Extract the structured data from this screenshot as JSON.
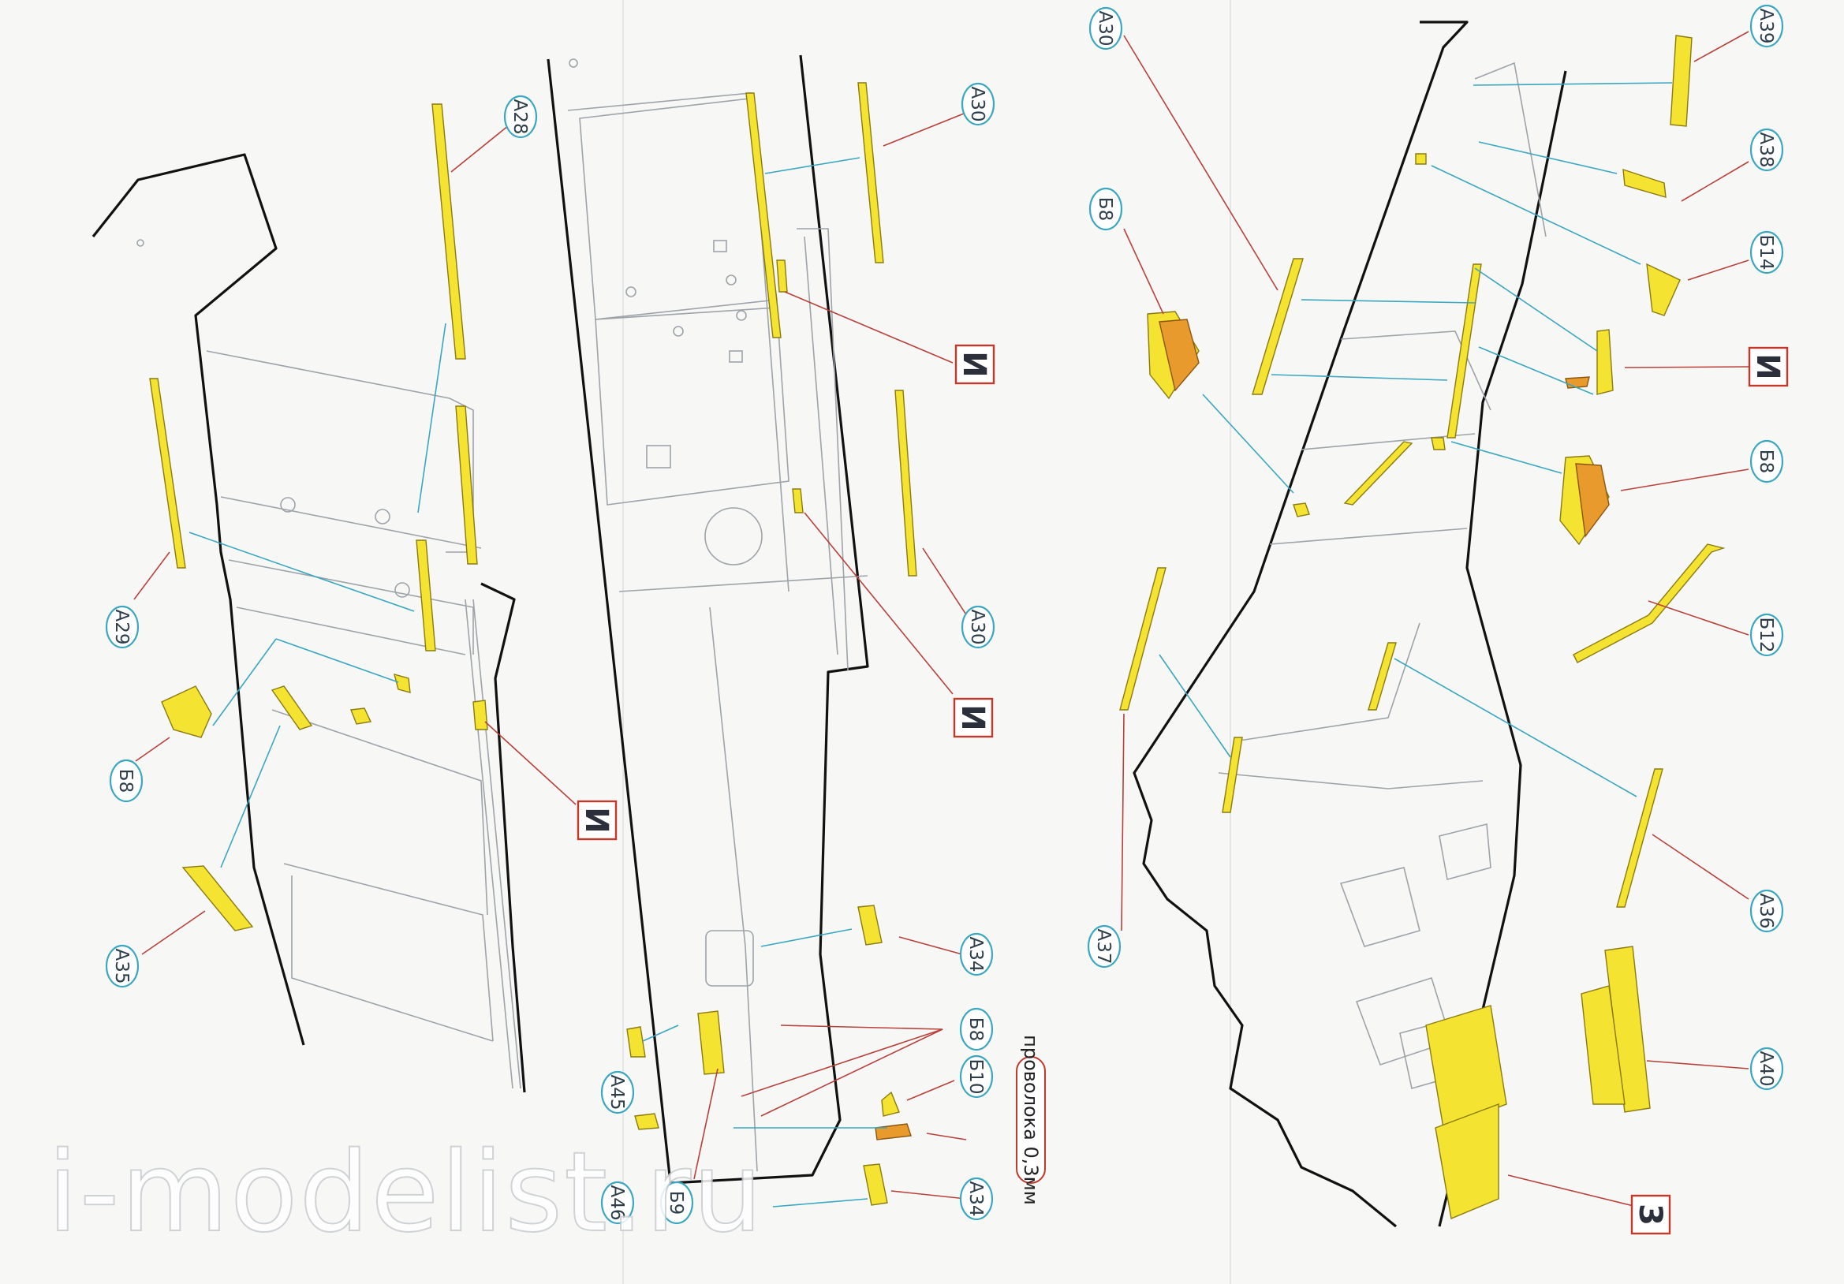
{
  "colors": {
    "paper": "#f7f8f6",
    "photo_etch": "#f5e332",
    "brass": "#e89a2c",
    "callout_ring": "#3aa6bf",
    "leader_red": "#b8403a",
    "leader_cyan": "#3aa6bf",
    "box_border": "#c0392b"
  },
  "callouts": [
    {
      "id": "c1",
      "text": "A28"
    },
    {
      "id": "c2",
      "text": "A29"
    },
    {
      "id": "c3",
      "text": "Б8"
    },
    {
      "id": "c4",
      "text": "A35"
    },
    {
      "id": "c5",
      "text": "A30"
    },
    {
      "id": "c6",
      "text": "A30"
    },
    {
      "id": "c7",
      "text": "A34"
    },
    {
      "id": "c8",
      "text": "Б8"
    },
    {
      "id": "c9",
      "text": "Б10"
    },
    {
      "id": "c10",
      "text": "A34"
    },
    {
      "id": "c11",
      "text": "A45"
    },
    {
      "id": "c12",
      "text": "A46"
    },
    {
      "id": "c13",
      "text": "Б9"
    },
    {
      "id": "c14",
      "text": "A30"
    },
    {
      "id": "c15",
      "text": "Б8"
    },
    {
      "id": "c16",
      "text": "A37"
    },
    {
      "id": "c17",
      "text": "A39"
    },
    {
      "id": "c18",
      "text": "A38"
    },
    {
      "id": "c19",
      "text": "Б14"
    },
    {
      "id": "c20",
      "text": "Б8"
    },
    {
      "id": "c21",
      "text": "Б12"
    },
    {
      "id": "c22",
      "text": "A36"
    },
    {
      "id": "c23",
      "text": "A40"
    }
  ],
  "boxes": [
    {
      "id": "b1",
      "text": "И"
    },
    {
      "id": "b2",
      "text": "И"
    },
    {
      "id": "b3",
      "text": "И"
    },
    {
      "id": "b4",
      "text": "И"
    },
    {
      "id": "b5",
      "text": "3"
    }
  ],
  "wire_note": "проволока 0,3мм",
  "watermark": "i-modelist.ru"
}
